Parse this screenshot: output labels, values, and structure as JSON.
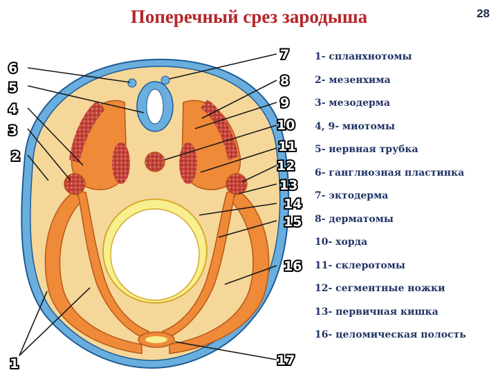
{
  "title": "Поперечный срез зародыша",
  "page_number": "28",
  "diagram": {
    "numbers_right": [
      "7",
      "8",
      "9",
      "10",
      "11",
      "12",
      "13",
      "14",
      "15",
      "16",
      "17"
    ],
    "numbers_left": [
      "6",
      "5",
      "4",
      "3",
      "2",
      "1"
    ]
  },
  "legend": [
    "1- спланхнотомы",
    "2- мезенхима",
    "3- мезодерма",
    "4, 9- миотомы",
    "5- нервная трубка",
    "6- ганглиозная пластинка",
    "7- эктодерма",
    "8- дерматомы",
    "10- хорда",
    "11- склеротомы",
    "12- сегментные ножки",
    "13- первичная кишка",
    "16- целомическая полость"
  ],
  "colors": {
    "title": "#b5262a",
    "ectoderm": "#5fa6d8",
    "mesenchyme": "#f5d79a",
    "mesoderm": "#ee8a38",
    "spotted": "#c4443a",
    "gut": "#f8ef8e"
  }
}
